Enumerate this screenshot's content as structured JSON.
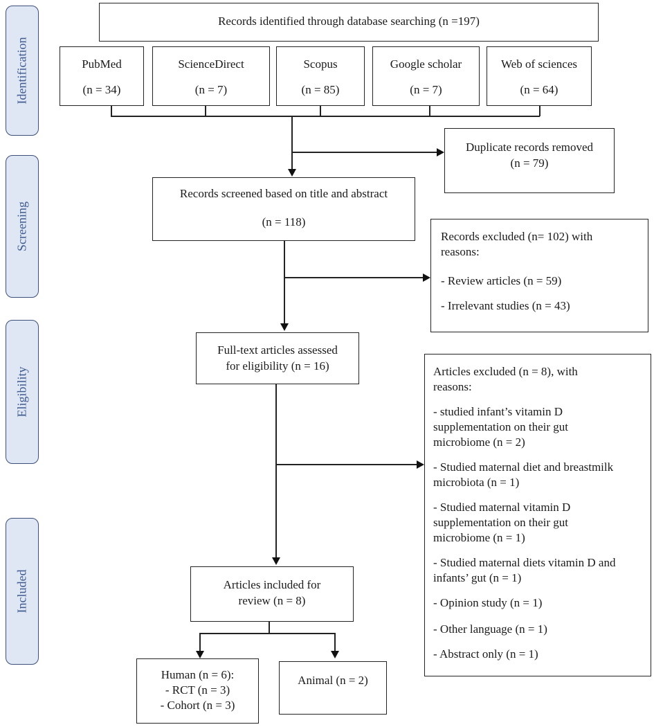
{
  "stages": {
    "identification": "Identification",
    "screening": "Screening",
    "eligibility": "Eligibility",
    "included": "Included"
  },
  "identified": {
    "text": "Records identified through database searching (n =197)"
  },
  "databases": [
    {
      "name": "PubMed",
      "count": "(n = 34)"
    },
    {
      "name": "ScienceDirect",
      "count": "(n = 7)"
    },
    {
      "name": "Scopus",
      "count": "(n = 85)"
    },
    {
      "name": "Google scholar",
      "count": "(n = 7)"
    },
    {
      "name": "Web of sciences",
      "count": "(n = 64)"
    }
  ],
  "duplicates": {
    "line1": "Duplicate records removed",
    "line2": "(n = 79)"
  },
  "screened": {
    "line1": "Records screened based on title and abstract",
    "line2": "(n = 118)"
  },
  "excluded_records": {
    "line1": "Records excluded (n= 102) with",
    "line2": "reasons:",
    "reasons": [
      "- Review articles (n = 59)",
      "- Irrelevant studies (n = 43)"
    ]
  },
  "fulltext": {
    "line1": "Full-text articles assessed",
    "line2": "for eligibility (n = 16)"
  },
  "excluded_articles": {
    "line1": "Articles excluded (n = 8), with",
    "line2": "reasons:",
    "reasons": [
      [
        "- studied infant’s vitamin D",
        "supplementation on their gut",
        "microbiome (n = 2)"
      ],
      [
        "- Studied maternal diet and breastmilk",
        "microbiota (n = 1)"
      ],
      [
        "- Studied maternal vitamin D",
        "supplementation on their gut",
        "microbiome (n = 1)"
      ],
      [
        "- Studied maternal diets vitamin D and",
        "infants’ gut (n = 1)"
      ],
      [
        "- Opinion study (n = 1)"
      ],
      [
        "- Other language (n = 1)"
      ],
      [
        "- Abstract only (n = 1)"
      ]
    ]
  },
  "included": {
    "line1": "Articles included for",
    "line2": "review (n = 8)"
  },
  "human": {
    "line1": "Human (n = 6):",
    "line2": "- RCT (n = 3)",
    "line3": "- Cohort (n = 3)"
  },
  "animal": {
    "text": "Animal (n = 2)"
  }
}
